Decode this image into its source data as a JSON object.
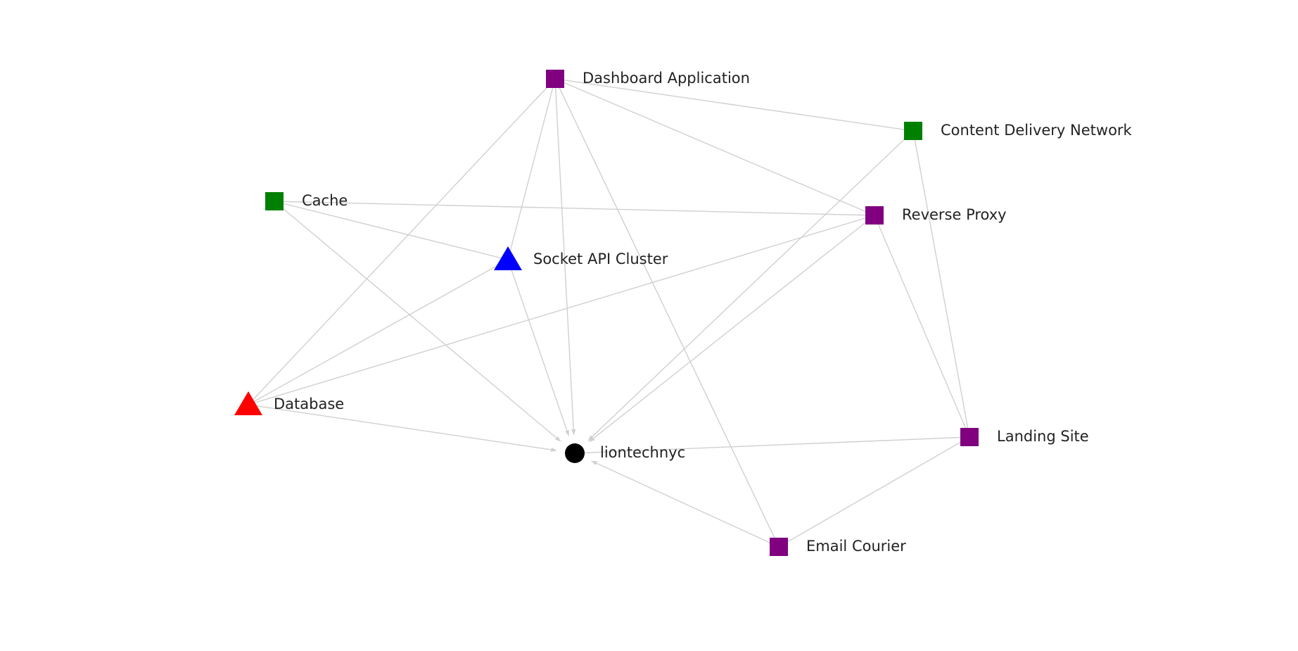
{
  "graph": {
    "node_colors": {
      "purple": "#800080",
      "green": "#008000",
      "blue": "#0000ff",
      "red": "#ff0000",
      "black": "#000000"
    },
    "edge_color": "#d0d0d0",
    "nodes": [
      {
        "id": "dashboard",
        "label": "Dashboard Application",
        "shape": "square",
        "color": "#800080"
      },
      {
        "id": "cdn",
        "label": "Content Delivery Network",
        "shape": "square",
        "color": "#008000"
      },
      {
        "id": "cache",
        "label": "Cache",
        "shape": "square",
        "color": "#008000"
      },
      {
        "id": "proxy",
        "label": "Reverse Proxy",
        "shape": "square",
        "color": "#800080"
      },
      {
        "id": "socket",
        "label": "Socket API Cluster",
        "shape": "triangle",
        "color": "#0000ff"
      },
      {
        "id": "database",
        "label": "Database",
        "shape": "triangle",
        "color": "#ff0000"
      },
      {
        "id": "liontechnyc",
        "label": "liontechnyc",
        "shape": "circle",
        "color": "#000000"
      },
      {
        "id": "landing",
        "label": "Landing Site",
        "shape": "square",
        "color": "#800080"
      },
      {
        "id": "email",
        "label": "Email Courier",
        "shape": "square",
        "color": "#800080"
      }
    ],
    "edges": [
      {
        "from": "dashboard",
        "to": "cdn",
        "arrow": false
      },
      {
        "from": "dashboard",
        "to": "proxy",
        "arrow": false
      },
      {
        "from": "dashboard",
        "to": "socket",
        "arrow": false
      },
      {
        "from": "dashboard",
        "to": "database",
        "arrow": false
      },
      {
        "from": "dashboard",
        "to": "email",
        "arrow": false
      },
      {
        "from": "dashboard",
        "to": "liontechnyc",
        "arrow": true
      },
      {
        "from": "cdn",
        "to": "liontechnyc",
        "arrow": true
      },
      {
        "from": "cdn",
        "to": "landing",
        "arrow": false
      },
      {
        "from": "cache",
        "to": "proxy",
        "arrow": false
      },
      {
        "from": "cache",
        "to": "socket",
        "arrow": false
      },
      {
        "from": "cache",
        "to": "liontechnyc",
        "arrow": true
      },
      {
        "from": "proxy",
        "to": "liontechnyc",
        "arrow": true
      },
      {
        "from": "proxy",
        "to": "database",
        "arrow": false
      },
      {
        "from": "proxy",
        "to": "landing",
        "arrow": false
      },
      {
        "from": "socket",
        "to": "liontechnyc",
        "arrow": true
      },
      {
        "from": "socket",
        "to": "database",
        "arrow": false
      },
      {
        "from": "database",
        "to": "liontechnyc",
        "arrow": true
      },
      {
        "from": "landing",
        "to": "liontechnyc",
        "arrow": false
      },
      {
        "from": "landing",
        "to": "email",
        "arrow": false
      },
      {
        "from": "email",
        "to": "liontechnyc",
        "arrow": true
      }
    ]
  }
}
